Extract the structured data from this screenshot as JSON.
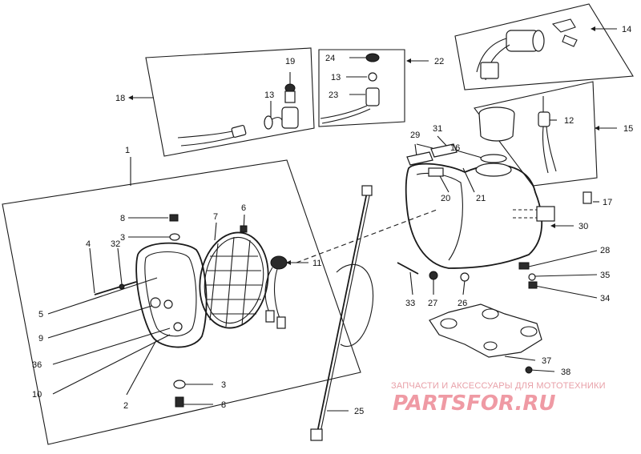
{
  "labels": [
    "1",
    "2",
    "3",
    "3",
    "4",
    "5",
    "6",
    "7",
    "8",
    "8",
    "9",
    "10",
    "11",
    "12",
    "13",
    "13",
    "14",
    "15",
    "16",
    "17",
    "18",
    "19",
    "20",
    "21",
    "22",
    "23",
    "24",
    "25",
    "26",
    "27",
    "28",
    "29",
    "30",
    "31",
    "32",
    "33",
    "34",
    "35",
    "36",
    "37",
    "38"
  ],
  "watermark": {
    "tagline": "ЗАПЧАСТИ И АКСЕССУАРЫ ДЛЯ МОТОТЕХНИКИ",
    "logo": "PARTSFOR.RU"
  },
  "colors": {
    "line": "#1a1a1a",
    "watermark": "#ef9aa4"
  }
}
